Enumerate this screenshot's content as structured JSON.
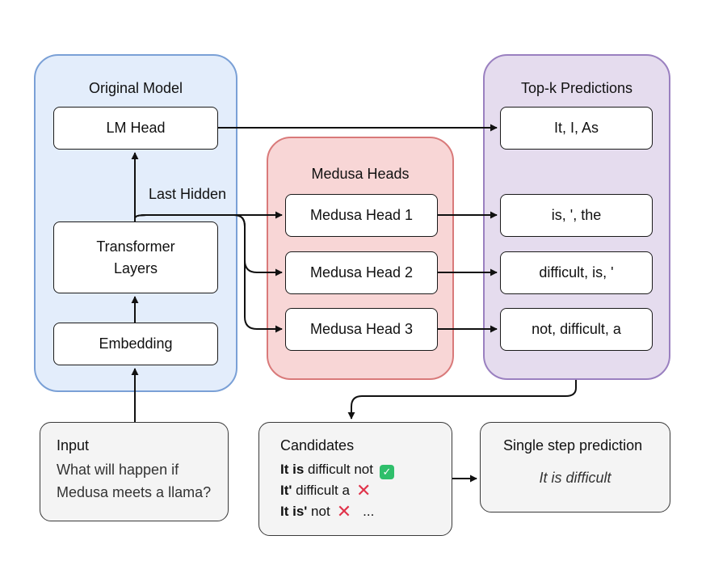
{
  "original_model": {
    "title": "Original Model",
    "lm_head": "LM Head",
    "transformer_line1": "Transformer",
    "transformer_line2": "Layers",
    "embedding": "Embedding"
  },
  "last_hidden_label": "Last Hidden",
  "medusa": {
    "title": "Medusa Heads",
    "heads": [
      "Medusa Head 1",
      "Medusa Head 2",
      "Medusa Head 3"
    ]
  },
  "topk": {
    "title": "Top-k Predictions",
    "items": [
      "It, I, As",
      "is, ', the",
      "difficult, is, '",
      "not, difficult, a"
    ]
  },
  "input": {
    "title": "Input",
    "line1": "What will happen if",
    "line2": "Medusa meets a llama?"
  },
  "candidates": {
    "title": "Candidates",
    "rows": [
      {
        "bold": "It is",
        "rest": " difficult not",
        "mark": "✓"
      },
      {
        "bold": "It'",
        "rest": " difficult a",
        "mark": "✕"
      },
      {
        "bold": "It is'",
        "rest": " not",
        "mark": "✕",
        "tail": "..."
      }
    ]
  },
  "single_step": {
    "title": "Single step prediction",
    "text": "It is difficult"
  },
  "colors": {
    "original_fill": "#e3edfb",
    "original_border": "#7aa0d6",
    "medusa_fill": "#f8d6d6",
    "medusa_border": "#d97a7a",
    "topk_fill": "#e5dcee",
    "topk_border": "#9a80c0",
    "check": "#2fbf6b",
    "cross": "#e0334a"
  }
}
